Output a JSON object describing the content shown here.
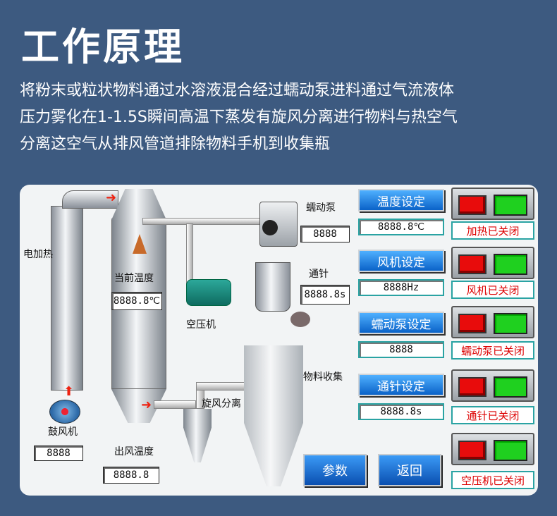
{
  "header": {
    "title": "工作原理",
    "desc_lines": [
      "将粉末或粒状物料通过水溶液混合经过蠕动泵进料通过气流液体",
      "压力雾化在1-1.5S瞬间高温下蒸发有旋风分离进行物料与热空气",
      "分离这空气从排风管道排除物料手机到收集瓶"
    ]
  },
  "process": {
    "heater_label": "电加热",
    "current_temp_label": "当前温度",
    "current_temp_value": "8888.8℃",
    "compressor_label": "空压机",
    "pump_label": "蠕动泵",
    "pump_value": "8888",
    "needle_label": "通针",
    "needle_value": "8888.8s",
    "blower_label": "鼓风机",
    "blower_value": "8888",
    "outlet_temp_label": "出风温度",
    "outlet_temp_value": "8888.8",
    "cyclone_label": "旋风分离",
    "collect_label": "物料收集"
  },
  "settings": [
    {
      "label": "温度设定",
      "value": "8888.8℃"
    },
    {
      "label": "风机设定",
      "value": "8888Hz"
    },
    {
      "label": "蠕动泵设定",
      "value": "8888"
    },
    {
      "label": "通针设定",
      "value": "8888.8s"
    }
  ],
  "switches": [
    {
      "status": "加热已关闭"
    },
    {
      "status": "风机已关闭"
    },
    {
      "status": "蠕动泵已关闭"
    },
    {
      "status": "通针已关闭"
    },
    {
      "status": "空压机已关闭"
    }
  ],
  "nav": {
    "params_label": "参数",
    "back_label": "返回"
  },
  "colors": {
    "background": "#3d5a80",
    "button_blue": "#0a62c8",
    "status_red": "#e80c0c",
    "status_green": "#1fd01f"
  }
}
